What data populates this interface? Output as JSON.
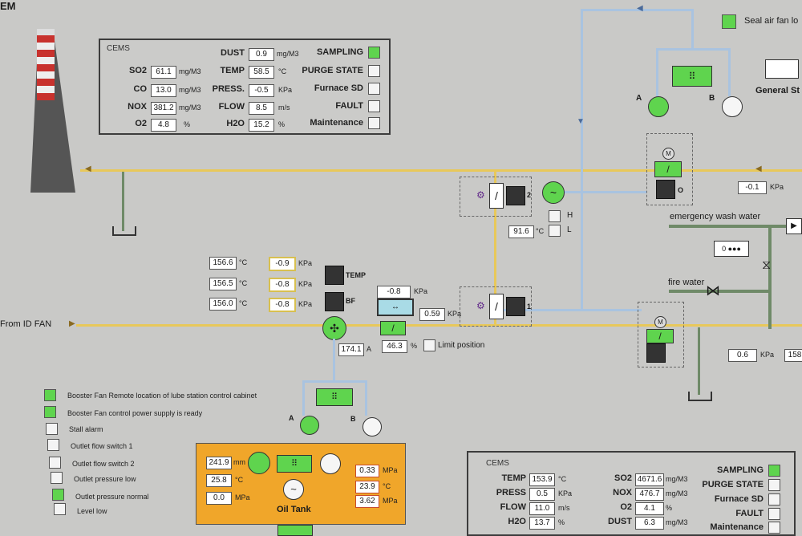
{
  "header": {
    "title_fragment": "EM"
  },
  "cems_top": {
    "title": "CEMS",
    "rows": [
      {
        "name": "SO2",
        "value": "61.1",
        "unit": "mg/M3"
      },
      {
        "name": "CO",
        "value": "13.0",
        "unit": "mg/M3"
      },
      {
        "name": "NOX",
        "value": "381.2",
        "unit": "mg/M3"
      },
      {
        "name": "O2",
        "value": "4.8",
        "unit": "%"
      }
    ],
    "rows2": [
      {
        "name": "DUST",
        "value": "0.9",
        "unit": "mg/M3"
      },
      {
        "name": "TEMP",
        "value": "58.5",
        "unit": "°C"
      },
      {
        "name": "PRESS.",
        "value": "-0.5",
        "unit": "KPa"
      },
      {
        "name": "FLOW",
        "value": "8.5",
        "unit": "m/s"
      },
      {
        "name": "H2O",
        "value": "15.2",
        "unit": "%"
      }
    ],
    "status": [
      {
        "name": "SAMPLING",
        "on": true
      },
      {
        "name": "PURGE STATE",
        "on": false
      },
      {
        "name": "Furnace SD",
        "on": false
      },
      {
        "name": "FAULT",
        "on": false
      },
      {
        "name": "Maintenance",
        "on": false
      }
    ]
  },
  "cems_bottom": {
    "title": "CEMS",
    "rows": [
      {
        "name": "TEMP",
        "value": "153.9",
        "unit": "°C"
      },
      {
        "name": "PRESS",
        "value": "0.5",
        "unit": "KPa"
      },
      {
        "name": "FLOW",
        "value": "11.0",
        "unit": "m/s"
      },
      {
        "name": "H2O",
        "value": "13.7",
        "unit": "%"
      }
    ],
    "rows2": [
      {
        "name": "SO2",
        "value": "4671.6",
        "unit": "mg/M3"
      },
      {
        "name": "NOX",
        "value": "476.7",
        "unit": "mg/M3"
      },
      {
        "name": "O2",
        "value": "4.1",
        "unit": "%"
      },
      {
        "name": "DUST",
        "value": "6.3",
        "unit": "mg/M3"
      }
    ],
    "status": [
      {
        "name": "SAMPLING",
        "on": true
      },
      {
        "name": "PURGE STATE",
        "on": false
      },
      {
        "name": "Furnace SD",
        "on": false
      },
      {
        "name": "FAULT",
        "on": false
      },
      {
        "name": "Maintenance",
        "on": false
      }
    ]
  },
  "labels": {
    "seal_air_fan": "Seal air fan lo",
    "general_st": "General St",
    "emergency_wash": "emergency wash water",
    "fire_water": "fire water",
    "from_id_fan": "From ID FAN",
    "limit_position": "Limit position",
    "temp_tag": "TEMP",
    "bf_tag": "BF",
    "fan_a": "A",
    "fan_b": "B",
    "booster_a": "A",
    "booster_b": "B",
    "damper1": "1",
    "damper2": "2",
    "h": "H",
    "l": "L",
    "o": "O",
    "oil_tank": "Oil Tank",
    "motor_m": "M"
  },
  "readings": {
    "temp1": "156.6",
    "temp2": "156.5",
    "temp3": "156.0",
    "kpa1": "-0.9",
    "kpa2": "-0.8",
    "kpa3": "-0.8",
    "hx_kpa": "-0.8",
    "dp_kpa": "0.59",
    "current": "174.1",
    "damper_pos": "46.3",
    "t_right": "91.6",
    "p_right_top": "-0.1",
    "p_right_bot": "0.6",
    "p_right_edge": "158",
    "unit_c": "°C",
    "unit_kpa": "KPa",
    "unit_a": "A",
    "unit_pct": "%"
  },
  "booster_status": [
    {
      "label": "Booster Fan Remote location of lube station control cabinet",
      "on": true
    },
    {
      "label": "Booster Fan control power supply is ready",
      "on": true
    },
    {
      "label": "Stall alarm",
      "on": false
    },
    {
      "label": "Outlet flow switch 1",
      "on": false
    },
    {
      "label": "Outlet flow switch 2",
      "on": false
    },
    {
      "label": "Outlet pressure low",
      "on": false
    },
    {
      "label": "Outlet pressure normal",
      "on": true
    },
    {
      "label": "Level low",
      "on": false
    }
  ],
  "oil_tank": {
    "level": "241.9",
    "level_unit": "mm",
    "temp": "25.8",
    "temp_unit": "°C",
    "press": "0.0",
    "press_unit": "MPa",
    "r1": "0.33",
    "r1_unit": "MPa",
    "r2": "23.9",
    "r2_unit": "°C",
    "r3": "3.62",
    "r3_unit": "MPa"
  },
  "colors": {
    "accent_green": "#5fd44e",
    "pipe_yellow": "#e8c85a",
    "pipe_blue": "#a9c3e0",
    "oil_orange": "#f0a62a"
  }
}
